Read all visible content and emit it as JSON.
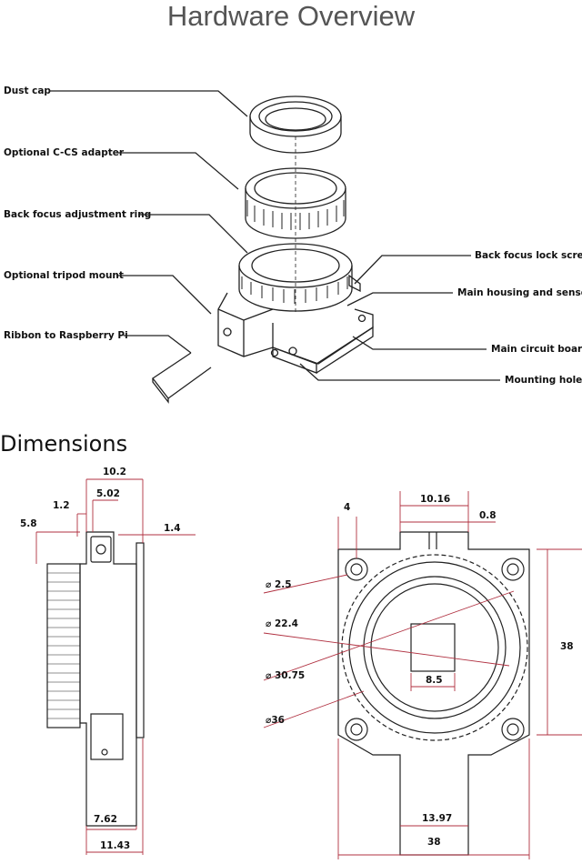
{
  "header": {
    "title": "Hardware Overview"
  },
  "callouts": {
    "dust_cap": "Dust cap",
    "c_cs_adapter": "Optional C-CS adapter",
    "back_focus_ring": "Back focus adjustment ring",
    "tripod_mount": "Optional tripod mount",
    "ribbon": "Ribbon to Raspberry Pi",
    "lock_screw": "Back focus lock screw",
    "housing_sensor": "Main housing and sensor",
    "circuit_board": "Main circuit board",
    "mounting_holes": "Mounting holes"
  },
  "dimensions_section": {
    "title": "Dimensions",
    "side_view": {
      "width_10_2": "10.2",
      "width_5_02": "5.02",
      "width_1_2": "1.2",
      "width_5_8": "5.8",
      "width_1_4": "1.4",
      "width_7_62": "7.62",
      "width_11_43": "11.43"
    },
    "front_view": {
      "dim_4": "4",
      "dim_10_16": "10.16",
      "dim_0_8": "0.8",
      "dia_2_5": "⌀ 2.5",
      "dia_22_4": "⌀ 22.4",
      "dia_30_75": "⌀ 30.75",
      "dia_36": "⌀36",
      "dim_8_5": "8.5",
      "dim_38_height": "38",
      "dim_13_97": "13.97",
      "dim_38_width": "38"
    }
  },
  "colors": {
    "dimension_line": "#b03040",
    "drawing_line": "#222222"
  }
}
